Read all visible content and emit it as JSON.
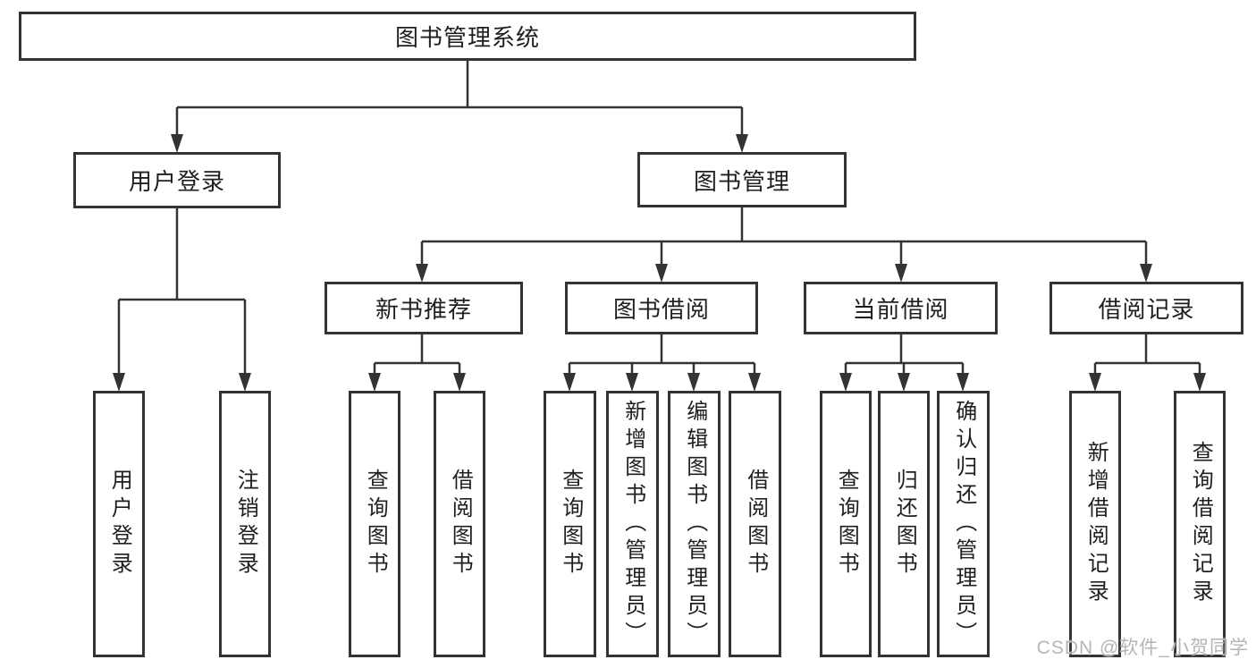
{
  "tree": {
    "label": "图书管理系统",
    "children": [
      {
        "label": "用户登录",
        "children": [
          {
            "label": "用户登录"
          },
          {
            "label": "注销登录"
          }
        ]
      },
      {
        "label": "图书管理",
        "children": [
          {
            "label": "新书推荐",
            "children": [
              {
                "label": "查询图书"
              },
              {
                "label": "借阅图书"
              }
            ]
          },
          {
            "label": "图书借阅",
            "children": [
              {
                "label": "查询图书"
              },
              {
                "label": "新增图书（管理员）"
              },
              {
                "label": "编辑图书（管理员）"
              },
              {
                "label": "借阅图书"
              }
            ]
          },
          {
            "label": "当前借阅",
            "children": [
              {
                "label": "查询图书"
              },
              {
                "label": "归还图书"
              },
              {
                "label": "确认归还（管理员）"
              }
            ]
          },
          {
            "label": "借阅记录",
            "children": [
              {
                "label": "新增借阅记录"
              },
              {
                "label": "查询借阅记录"
              }
            ]
          }
        ]
      }
    ]
  },
  "watermark": {
    "text": "CSDN @软件_小贺同学"
  },
  "colors": {
    "line": "#333333",
    "box_border": "#333333",
    "text": "#1f1f1f",
    "background": "#ffffff",
    "watermark": "#b5b5b5"
  }
}
